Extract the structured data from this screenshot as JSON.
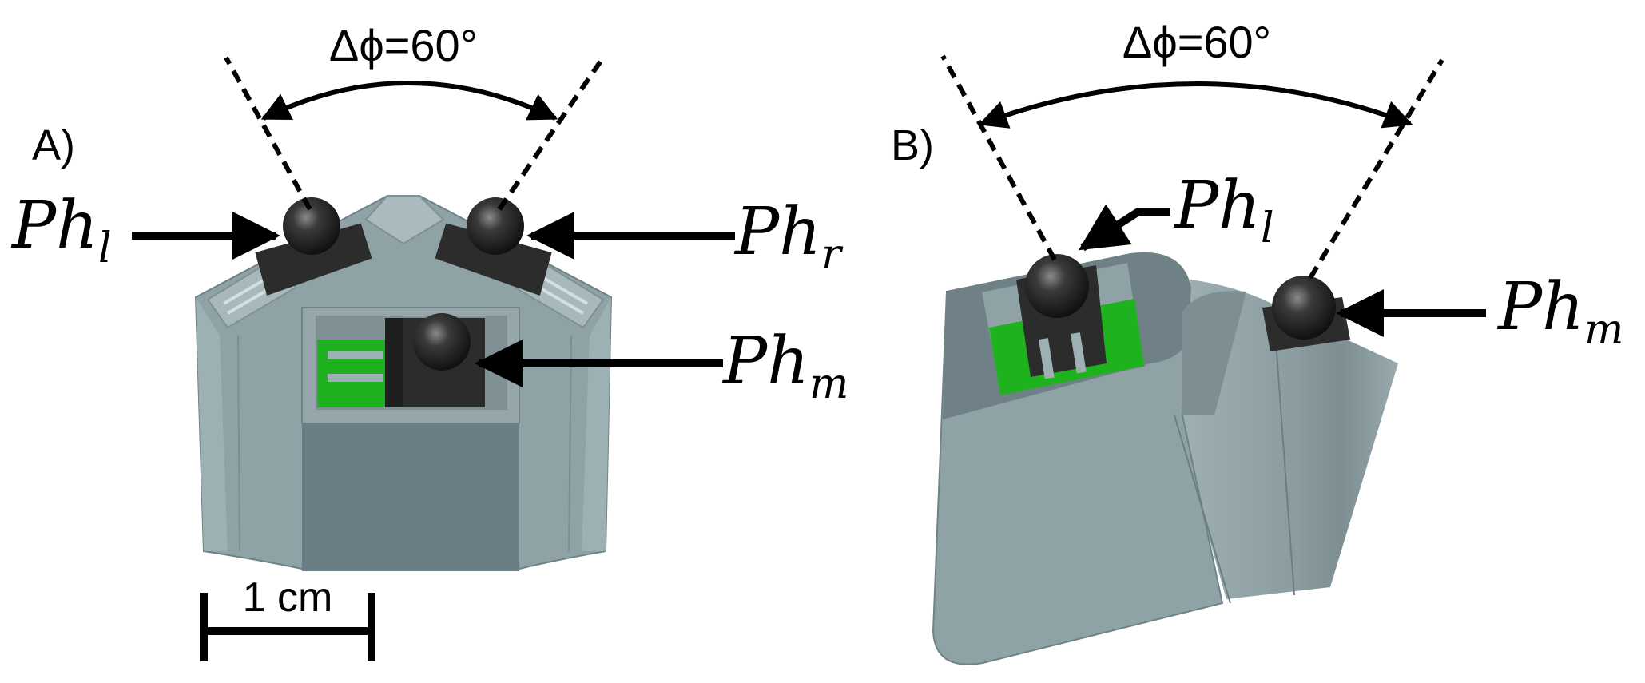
{
  "panel_a": {
    "panel_label": "A)",
    "angle_label": "Δϕ=60°",
    "scale_bar_label": "1 cm",
    "sensor_labels": {
      "left": {
        "base": "Ph",
        "sub": "l"
      },
      "right": {
        "base": "Ph",
        "sub": "r"
      },
      "middle": {
        "base": "Ph",
        "sub": "m"
      }
    }
  },
  "panel_b": {
    "panel_label": "B)",
    "angle_label": "Δϕ=60°",
    "sensor_labels": {
      "left": {
        "base": "Ph",
        "sub": "l"
      },
      "middle": {
        "base": "Ph",
        "sub": "m"
      }
    }
  },
  "colors": {
    "housing": "#8fa3a6",
    "housing_dark": "#6c7e85",
    "housing_light": "#a9bbbd",
    "board_green": "#1fb21f",
    "component_black": "#2c2c2c",
    "line_black": "#000000"
  },
  "figure_angle_deg": 60
}
